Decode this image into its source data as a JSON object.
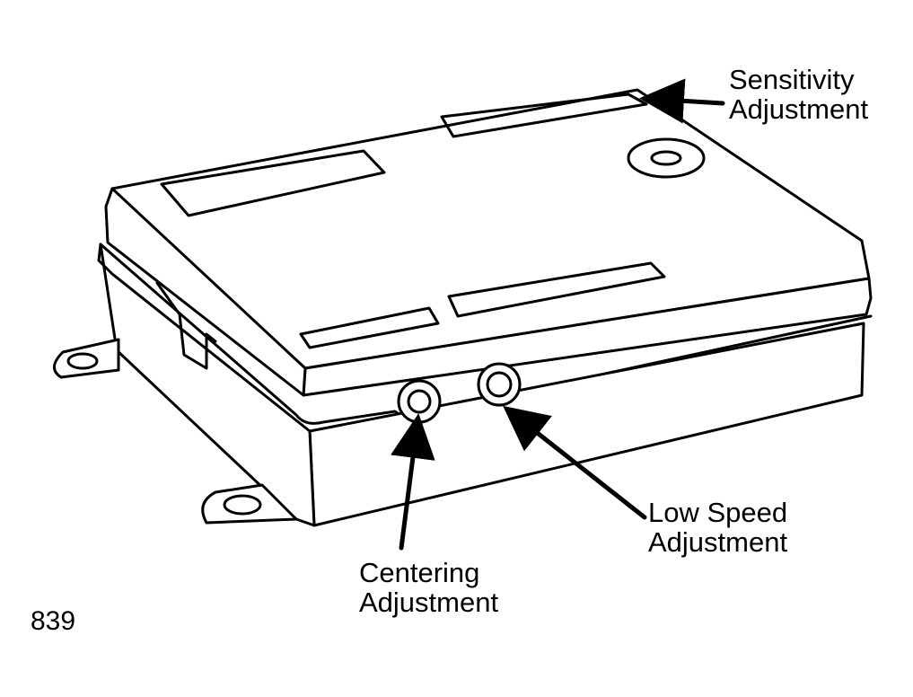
{
  "figure": {
    "number": "839",
    "line_color": "#000000",
    "background_color": "#ffffff"
  },
  "callouts": {
    "sensitivity": {
      "line1": "Sensitivity",
      "line2": "Adjustment"
    },
    "low_speed": {
      "line1": "Low Speed",
      "line2": "Adjustment"
    },
    "centering": {
      "line1": "Centering",
      "line2": "Adjustment"
    }
  }
}
